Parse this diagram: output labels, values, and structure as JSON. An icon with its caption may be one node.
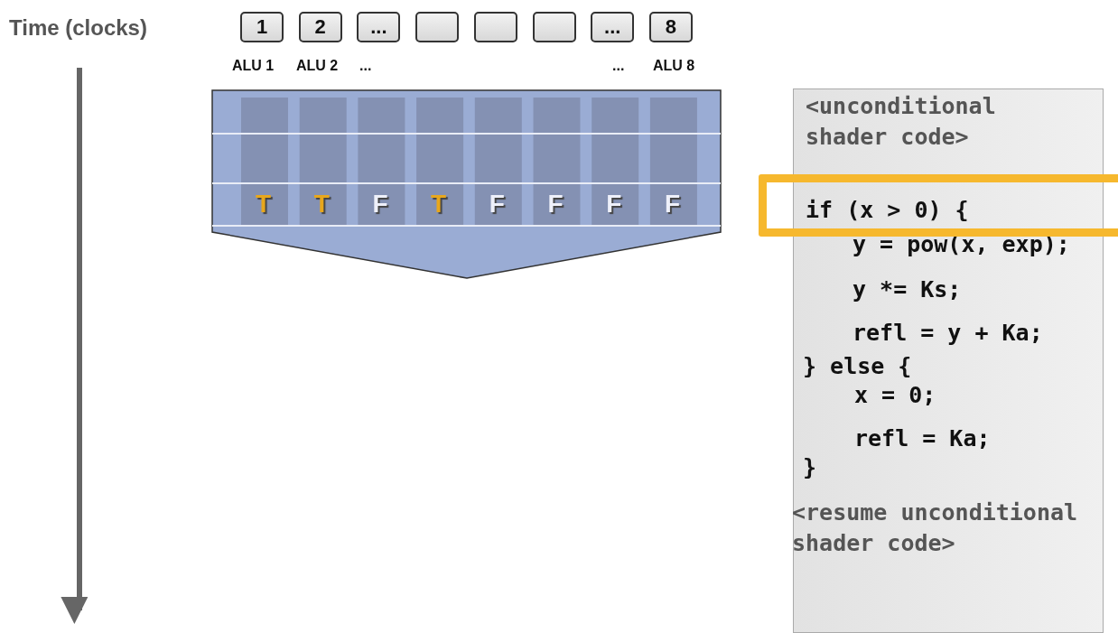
{
  "diagram": {
    "nodes": [
      {
        "text": [
          "1"
        ]
      },
      {
        "text": [
          "2"
        ]
      },
      {
        "text": [
          "..."
        ]
      },
      {
        "text": [],
        "shape": "box"
      },
      {
        "text": [],
        "shape": "box"
      },
      {
        "text": [],
        "shape": "box"
      },
      {
        "text": [
          "..."
        ]
      },
      {
        "text": [
          "8"
        ]
      },
      {
        "text": [
          "<unconditional shader code>",
          "if (x > 0) {",
          "y = pow(x, exp);",
          "y *= Ks;",
          "refl = y + Ka;",
          "} else {",
          "x = 0;",
          "refl = Ka;",
          "}",
          "<resume unconditional shader code>"
        ]
      }
    ],
    "edges": [],
    "labels": [
      "Time (clocks)",
      "ALU 1",
      "ALU 2",
      "...",
      "...",
      "ALU 8",
      "T",
      "T",
      "F",
      "T",
      "F",
      "F",
      "F",
      "F"
    ]
  }
}
